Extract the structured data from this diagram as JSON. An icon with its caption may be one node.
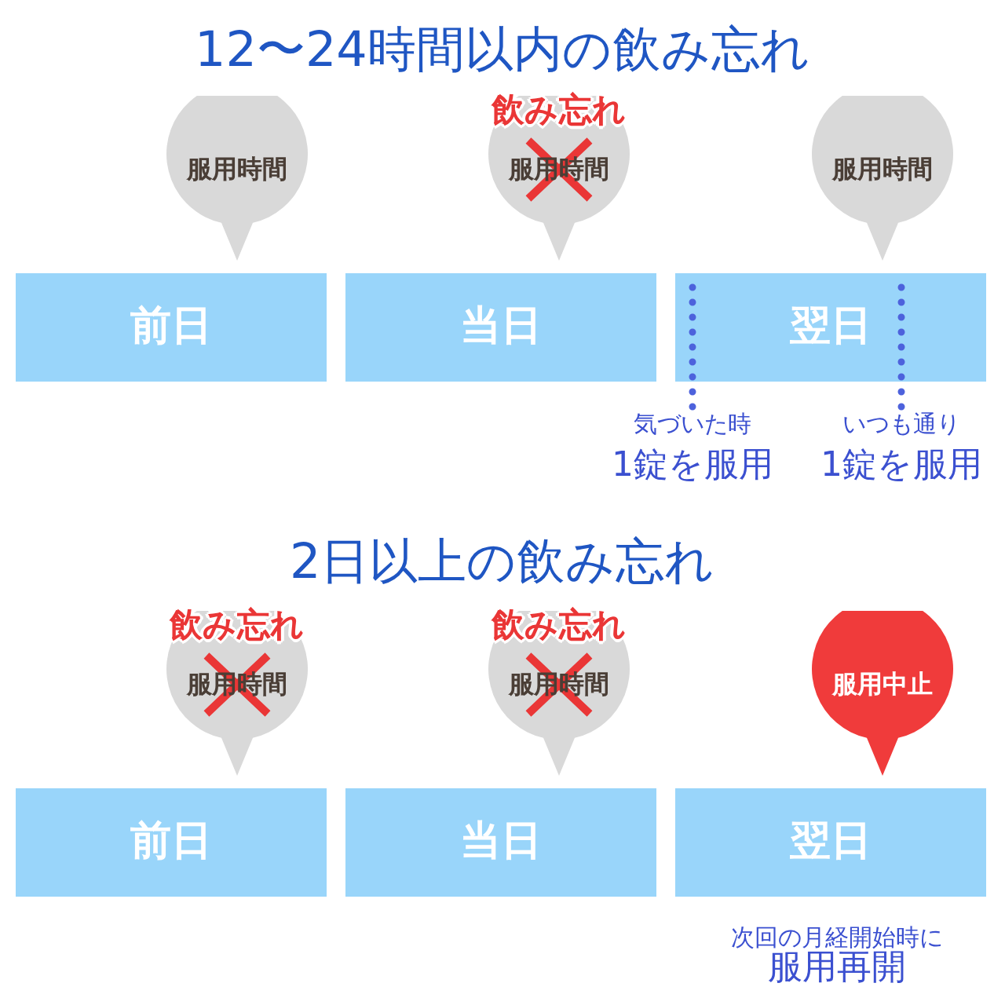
{
  "diagram": {
    "nodes": [
      {
        "text": [
          "服用時間"
        ]
      },
      {
        "text": [
          "飲み忘れ",
          "服用時間"
        ]
      },
      {
        "text": [
          "服用時間"
        ]
      },
      {
        "text": [
          "前日"
        ]
      },
      {
        "text": [
          "当日"
        ]
      },
      {
        "text": [
          "翌日"
        ]
      },
      {
        "text": [
          "気づいた時",
          "1錠を服用"
        ]
      },
      {
        "text": [
          "いつも通り",
          "1錠を服用"
        ]
      },
      {
        "text": [
          "飲み忘れ",
          "服用時間"
        ]
      },
      {
        "text": [
          "飲み忘れ",
          "服用時間"
        ]
      },
      {
        "text": [
          "服用中止"
        ]
      },
      {
        "text": [
          "前日"
        ]
      },
      {
        "text": [
          "当日"
        ]
      },
      {
        "text": [
          "翌日"
        ],
        "beside": [
          "次回の月経開始時に",
          "服用再開"
        ]
      }
    ],
    "edges": [
      {
        "from": 6,
        "to": 5,
        "arrow": "none",
        "style": "dashed"
      },
      {
        "from": 7,
        "to": 5,
        "arrow": "none",
        "style": "dashed"
      }
    ],
    "labels": [
      "12〜24時間以内の飲み忘れ",
      "2日以上の飲み忘れ"
    ]
  }
}
